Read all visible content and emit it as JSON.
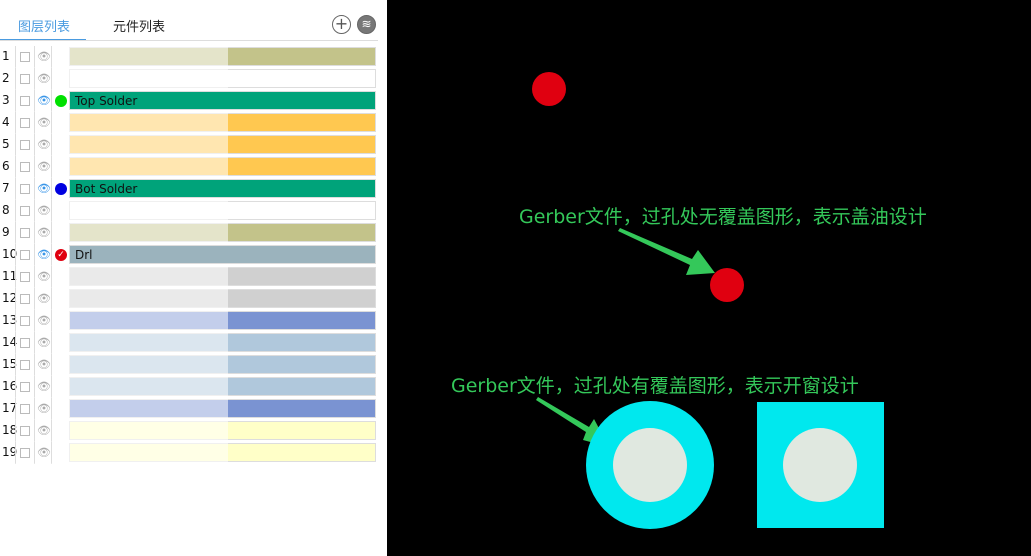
{
  "tabs": [
    "图层列表",
    "元件列表"
  ],
  "buttons": {
    "add": "+",
    "layers": "≋"
  },
  "layers": [
    {
      "n": "1",
      "visible": false,
      "color": "#c3c38a",
      "label": "",
      "blurred": true
    },
    {
      "n": "2",
      "visible": false,
      "color": "#ffffff",
      "label": "",
      "blurred": true
    },
    {
      "n": "3",
      "visible": true,
      "dot": "#00e000",
      "color": "#00a37a",
      "label": "Top Solder"
    },
    {
      "n": "4",
      "visible": false,
      "color": "#ffc850",
      "label": "",
      "blurred": true
    },
    {
      "n": "5",
      "visible": false,
      "color": "#ffc850",
      "label": "",
      "blurred": true
    },
    {
      "n": "6",
      "visible": false,
      "color": "#ffc850",
      "label": "",
      "blurred": true
    },
    {
      "n": "7",
      "visible": true,
      "dot": "#0000e0",
      "color": "#00a37a",
      "label": "Bot Solder"
    },
    {
      "n": "8",
      "visible": false,
      "color": "#ffffff",
      "label": "",
      "blurred": true
    },
    {
      "n": "9",
      "visible": false,
      "color": "#c3c38a",
      "label": "",
      "blurred": true
    },
    {
      "n": "10",
      "visible": true,
      "dot": "#e00010",
      "check": true,
      "color": "#9bb3bd",
      "label": "Drl"
    },
    {
      "n": "11",
      "visible": false,
      "color": "#d0d0d0",
      "label": "",
      "blurred": true
    },
    {
      "n": "12",
      "visible": false,
      "color": "#d0d0d0",
      "label": "",
      "blurred": true
    },
    {
      "n": "13",
      "visible": false,
      "color": "#7a93d2",
      "label": "",
      "blurred": true
    },
    {
      "n": "14",
      "visible": false,
      "color": "#b0c8dc",
      "label": "",
      "blurred": true
    },
    {
      "n": "15",
      "visible": false,
      "color": "#b0c8dc",
      "label": "",
      "blurred": true
    },
    {
      "n": "16",
      "visible": false,
      "color": "#b0c8dc",
      "label": "",
      "blurred": true
    },
    {
      "n": "17",
      "visible": false,
      "color": "#7a93d2",
      "label": "",
      "blurred": true
    },
    {
      "n": "18",
      "visible": false,
      "color": "#ffffc8",
      "label": "",
      "blurred": true
    },
    {
      "n": "19",
      "visible": false,
      "color": "#ffffc8",
      "label": "",
      "blurred": true
    }
  ],
  "canvas": {
    "note1": "Gerber文件，过孔处无覆盖图形，表示盖油设计",
    "note2": "Gerber文件，过孔处有覆盖图形，表示开窗设计",
    "colors": {
      "text": "#34c85a",
      "drill": "#e00010",
      "pad": "#00e8ee",
      "hole": "#e0e8e0"
    }
  }
}
